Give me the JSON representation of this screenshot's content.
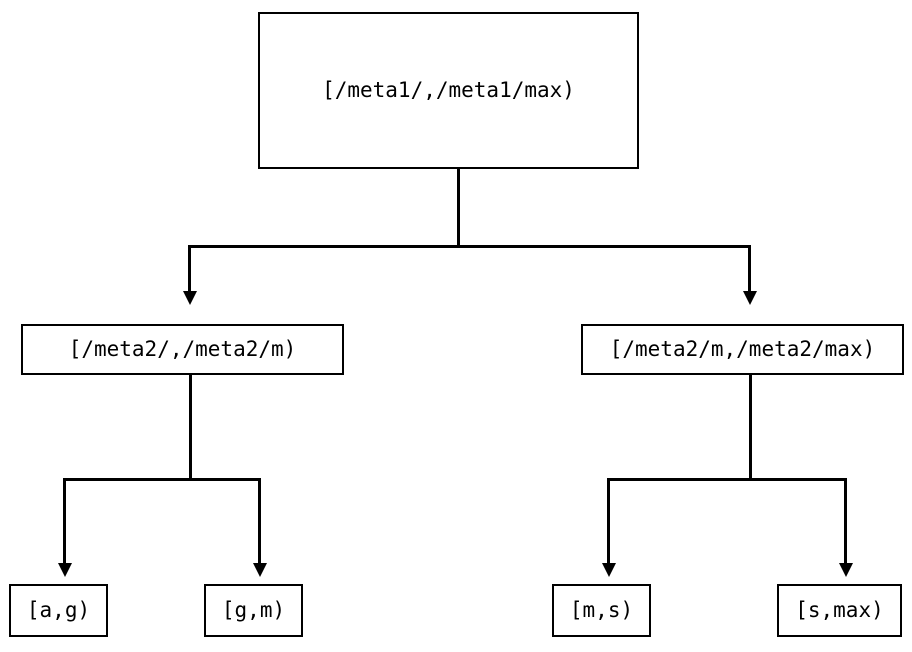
{
  "diagram": {
    "type": "binary-tree",
    "title": "",
    "background_color": "#ffffff",
    "stroke_color": "#000000",
    "text_color": "#000000",
    "nodes": {
      "root": {
        "label": "[/meta1/,/meta1/max)",
        "level": 0
      },
      "mid_left": {
        "label": "[/meta2/,/meta2/m)",
        "level": 1
      },
      "mid_right": {
        "label": "[/meta2/m,/meta2/max)",
        "level": 1
      },
      "leaves": [
        {
          "label": "[a,g)"
        },
        {
          "label": "[g,m)"
        },
        {
          "label": "[m,s)"
        },
        {
          "label": "[s,max)"
        }
      ]
    },
    "edges": [
      {
        "from": "root",
        "to": "mid_left",
        "arrow": "down"
      },
      {
        "from": "root",
        "to": "mid_right",
        "arrow": "down"
      },
      {
        "from": "mid_left",
        "to": "leaf_0",
        "arrow": "down"
      },
      {
        "from": "mid_left",
        "to": "leaf_1",
        "arrow": "down"
      },
      {
        "from": "mid_right",
        "to": "leaf_2",
        "arrow": "down"
      },
      {
        "from": "mid_right",
        "to": "leaf_3",
        "arrow": "down"
      }
    ]
  }
}
